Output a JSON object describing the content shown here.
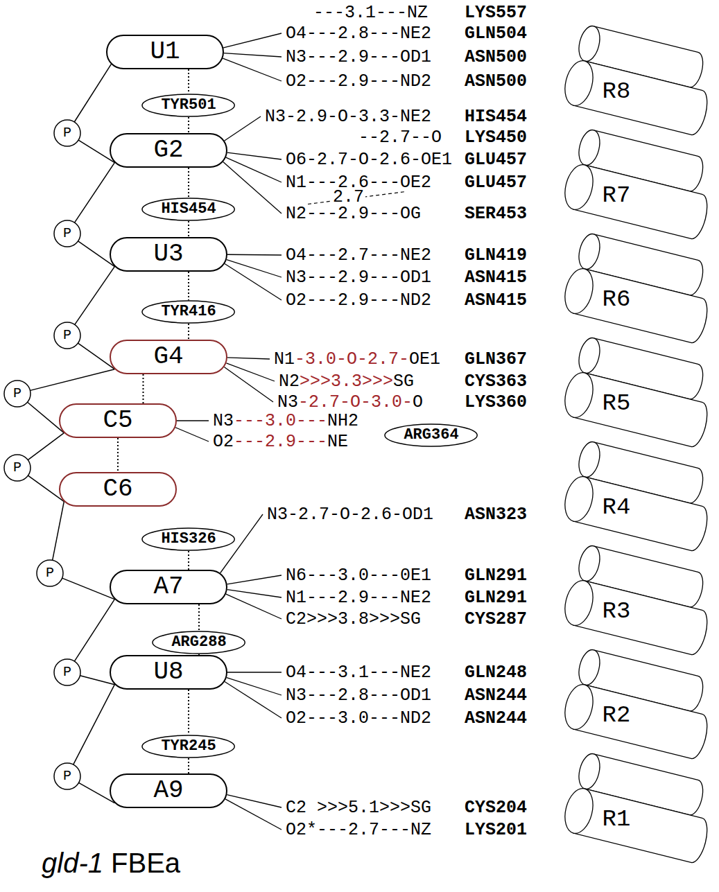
{
  "diagram": {
    "caption": "gld-1 FBEa",
    "nodes": [
      {
        "text": [
          "U1"
        ]
      },
      {
        "text": [
          "G2"
        ]
      },
      {
        "text": [
          "U3"
        ]
      },
      {
        "text": [
          "G4"
        ]
      },
      {
        "text": [
          "C5"
        ]
      },
      {
        "text": [
          "C6"
        ]
      },
      {
        "text": [
          "A7"
        ]
      },
      {
        "text": [
          "U8"
        ]
      },
      {
        "text": [
          "A9"
        ]
      },
      {
        "text": [
          "P"
        ]
      },
      {
        "text": [
          "P"
        ]
      },
      {
        "text": [
          "P"
        ]
      },
      {
        "text": [
          "P"
        ]
      },
      {
        "text": [
          "P"
        ]
      },
      {
        "text": [
          "P"
        ]
      },
      {
        "text": [
          "P"
        ]
      },
      {
        "text": [
          "P"
        ]
      },
      {
        "text": [
          "TYR501"
        ]
      },
      {
        "text": [
          "HIS454"
        ]
      },
      {
        "text": [
          "TYR416"
        ]
      },
      {
        "text": [
          "ARG364"
        ]
      },
      {
        "text": [
          "HIS326"
        ]
      },
      {
        "text": [
          "ARG288"
        ]
      },
      {
        "text": [
          "TYR245"
        ]
      },
      {
        "text": [
          "R8"
        ]
      },
      {
        "text": [
          "R7"
        ]
      },
      {
        "text": [
          "R6"
        ]
      },
      {
        "text": [
          "R5"
        ]
      },
      {
        "text": [
          "R4"
        ]
      },
      {
        "text": [
          "R3"
        ]
      },
      {
        "text": [
          "R2"
        ]
      },
      {
        "text": [
          "R1"
        ]
      }
    ],
    "edges": [
      {
        "from": 0,
        "to": 9,
        "arrow": "none"
      },
      {
        "from": 9,
        "to": 1,
        "arrow": "none"
      },
      {
        "from": 1,
        "to": 10,
        "arrow": "none"
      },
      {
        "from": 10,
        "to": 2,
        "arrow": "none"
      },
      {
        "from": 2,
        "to": 11,
        "arrow": "none"
      },
      {
        "from": 11,
        "to": 3,
        "arrow": "none"
      },
      {
        "from": 3,
        "to": 12,
        "arrow": "none"
      },
      {
        "from": 12,
        "to": 4,
        "arrow": "none"
      },
      {
        "from": 4,
        "to": 13,
        "arrow": "none"
      },
      {
        "from": 13,
        "to": 5,
        "arrow": "none"
      },
      {
        "from": 5,
        "to": 14,
        "arrow": "none"
      },
      {
        "from": 14,
        "to": 6,
        "arrow": "none"
      },
      {
        "from": 6,
        "to": 15,
        "arrow": "none"
      },
      {
        "from": 15,
        "to": 7,
        "arrow": "none"
      },
      {
        "from": 7,
        "to": 16,
        "arrow": "none"
      },
      {
        "from": 16,
        "to": 8,
        "arrow": "none"
      },
      {
        "from": 0,
        "to": 17,
        "arrow": "none"
      },
      {
        "from": 17,
        "to": 1,
        "arrow": "none"
      },
      {
        "from": 1,
        "to": 18,
        "arrow": "none"
      },
      {
        "from": 18,
        "to": 2,
        "arrow": "none"
      },
      {
        "from": 2,
        "to": 19,
        "arrow": "none"
      },
      {
        "from": 19,
        "to": 3,
        "arrow": "none"
      },
      {
        "from": 3,
        "to": 4,
        "arrow": "none"
      },
      {
        "from": 4,
        "to": 5,
        "arrow": "none"
      },
      {
        "from": 21,
        "to": 6,
        "arrow": "none"
      },
      {
        "from": 6,
        "to": 22,
        "arrow": "none"
      },
      {
        "from": 22,
        "to": 7,
        "arrow": "none"
      },
      {
        "from": 7,
        "to": 23,
        "arrow": "none"
      },
      {
        "from": 23,
        "to": 8,
        "arrow": "none"
      }
    ],
    "labels": [
      "---3.1---NZ",
      "LYS557",
      "O4---2.8---NE2",
      "GLN504",
      "N3---2.9---OD1",
      "ASN500",
      "O2---2.9---ND2",
      "ASN500",
      "N3-2.9-O-3.3-NE2",
      "HIS454",
      "--2.7--O",
      "LYS450",
      "O6-2.7-O-2.6-OE1",
      "GLU457",
      "N1---2.6---OE2",
      "GLU457",
      "2.7",
      "N2---2.9---OG",
      "SER453",
      "O4---2.7---NE2",
      "GLN419",
      "N3---2.9---OD1",
      "ASN415",
      "O2---2.9---ND2",
      "ASN415",
      "N1-3.0-O-2.7-OE1",
      "GLN367",
      "N2>>>3.3>>>SG",
      "CYS363",
      "N3-2.7-O-3.0-O",
      "LYS360",
      "N3---3.0---NH2",
      "O2---2.9---NE",
      "N3-2.7-O-2.6-OD1",
      "ASN323",
      "N6---3.0---0E1",
      "GLN291",
      "N1---2.9---NE2",
      "GLN291",
      "C2>>>3.8>>>SG",
      "CYS287",
      "O4---3.1---NE2",
      "GLN248",
      "N3---2.8---OD1",
      "ASN244",
      "O2---3.0---ND2",
      "ASN244",
      "C2 >>>5.1>>>SG",
      "CYS204",
      "O2*---2.7---NZ",
      "LYS201"
    ]
  }
}
